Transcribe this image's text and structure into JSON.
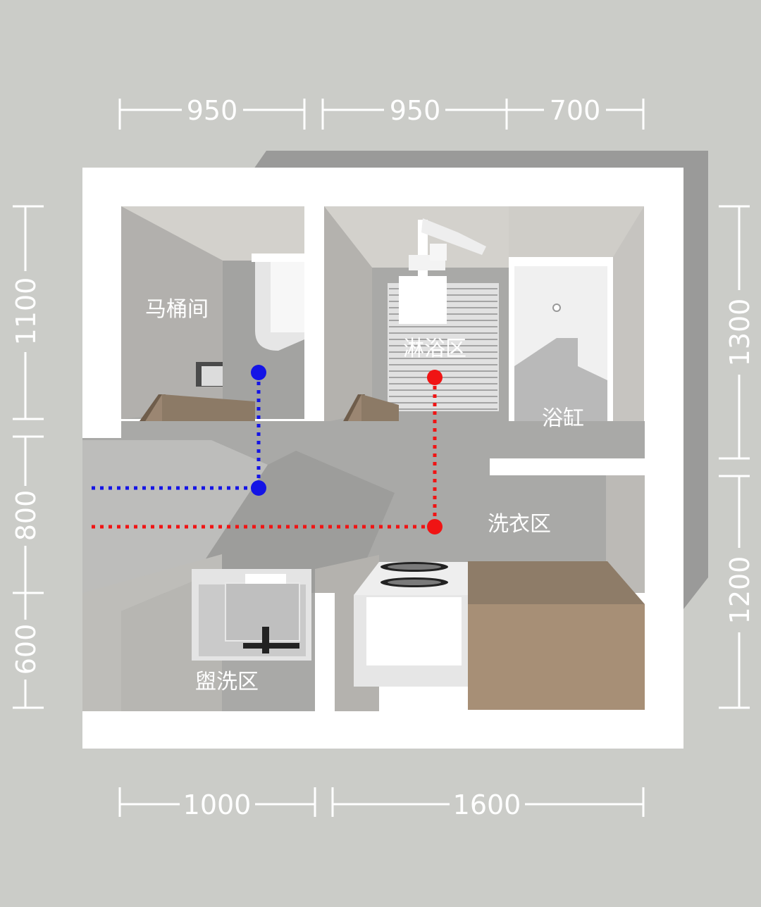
{
  "dimensions": {
    "top": [
      "950",
      "950",
      "700"
    ],
    "bottom": [
      "1000",
      "1600"
    ],
    "left": [
      "1100",
      "800",
      "600"
    ],
    "right": [
      "1300",
      "1200"
    ]
  },
  "rooms": {
    "toilet": "马桶间",
    "shower": "淋浴区",
    "bathtub": "浴缸",
    "laundry": "洗衣区",
    "washbasin": "盥洗区"
  },
  "colors": {
    "background": "#cbccc8",
    "wall": "#ffffff",
    "floor": "#a9a9a7",
    "shadow": "#9a9a99",
    "door": "#8c7a66",
    "cabinet": "#a78f76",
    "cold_water": "#1414e6",
    "hot_water": "#f01414"
  },
  "icons": {
    "toilet": "toilet-icon",
    "shower_head": "shower-head-icon",
    "bathtub": "bathtub-icon",
    "washing_machine": "washing-machine-icon",
    "sink": "sink-icon",
    "faucet": "faucet-icon",
    "cold_water_pipe": "cold-water-pipe",
    "hot_water_pipe": "hot-water-pipe"
  }
}
